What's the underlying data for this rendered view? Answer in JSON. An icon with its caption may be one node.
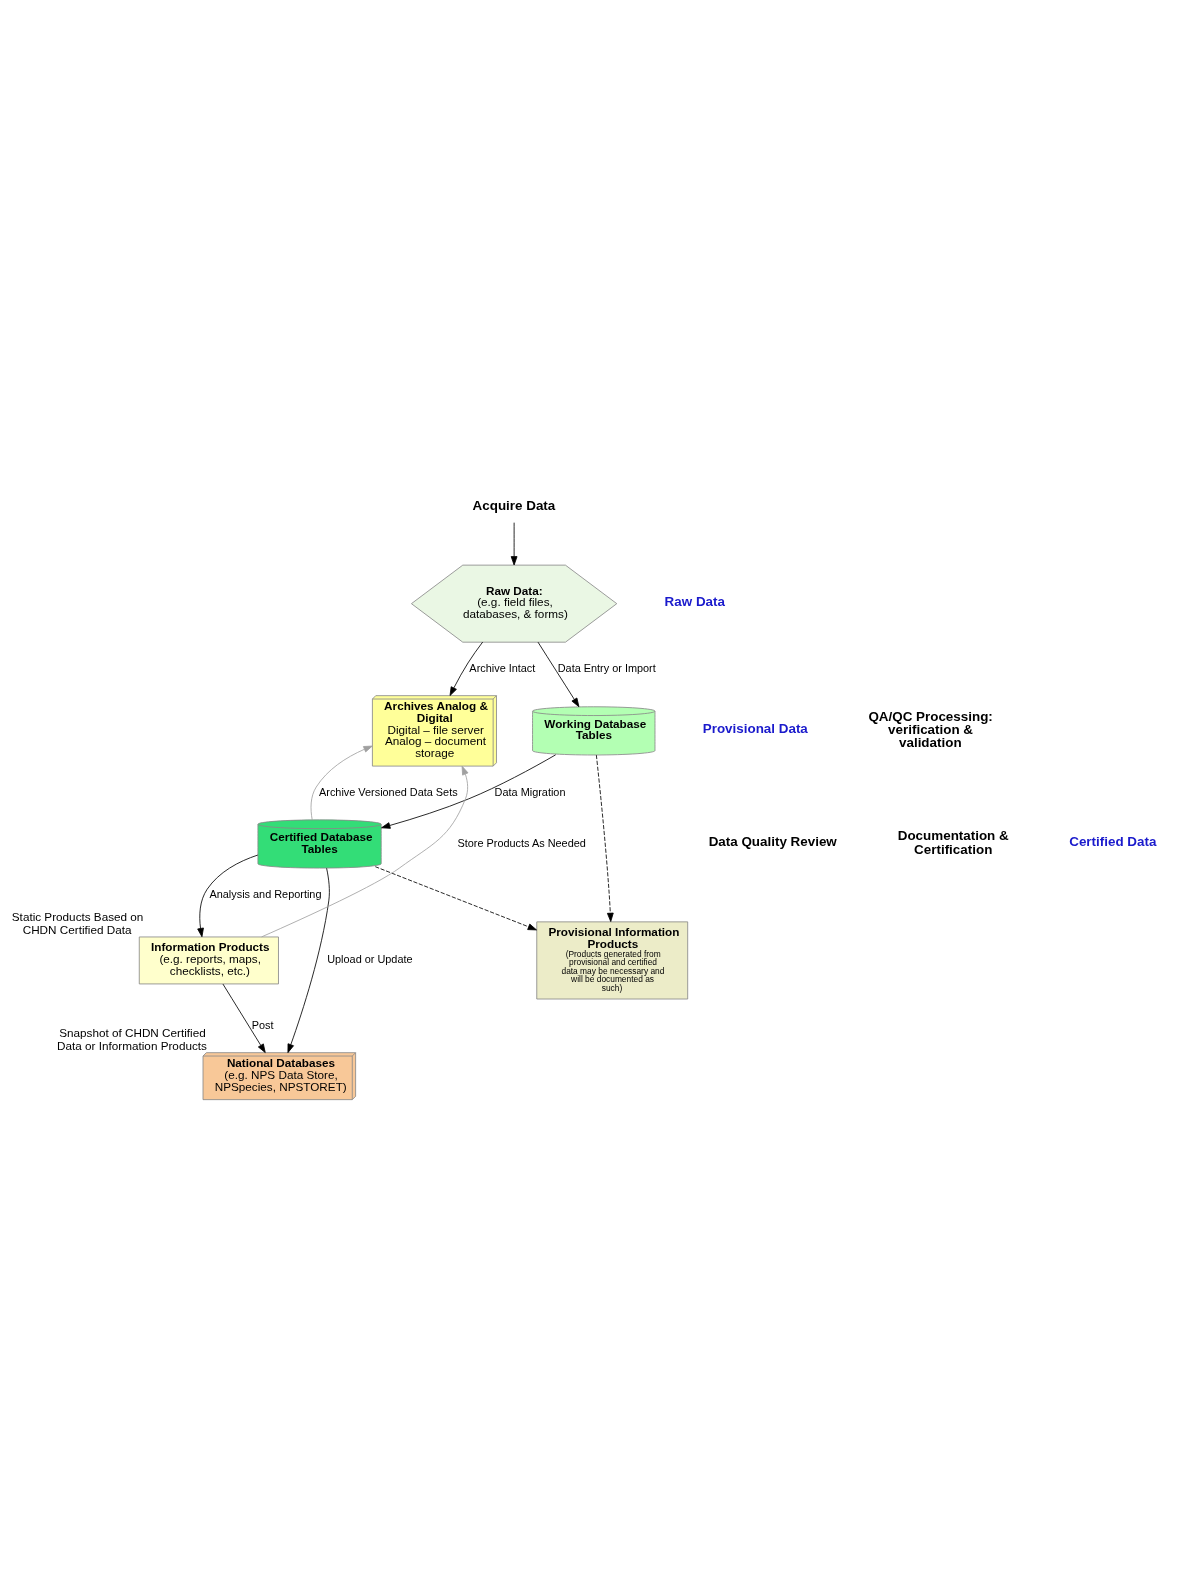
{
  "diagram": {
    "nodes": [
      {
        "text": [
          "Acquire Data"
        ]
      },
      {
        "text": [
          "Raw Data:",
          "(e.g. field files, databases, & forms)"
        ]
      },
      {
        "text": [
          "Archives Analog & Digital",
          "Digital – file server",
          "Analog – document storage"
        ]
      },
      {
        "text": [
          "Working Database Tables"
        ]
      },
      {
        "text": [
          "Provisional Information Products",
          "(Products generated from provisional and certified data may be necessary and will be documented as such)"
        ]
      },
      {
        "text": [
          "Certified Database Tables"
        ]
      },
      {
        "text": [
          "National Databases",
          "(e.g. NPS Data Store, NPSpecies, NPSTORET)"
        ],
        "beside": [
          "Snapshot of CHDN Certified Data or Information Products"
        ]
      },
      {
        "text": [
          "Information Products",
          "(e.g. reports, maps, checklists, etc.)"
        ],
        "beside": [
          "Static Products Based on CHDN Certified Data"
        ]
      }
    ],
    "edges": [
      {
        "from": 0,
        "to": 1,
        "arrow": "to"
      },
      {
        "from": 1,
        "to": 2,
        "arrow": "to",
        "label": "Archive Intact"
      },
      {
        "from": 1,
        "to": 3,
        "arrow": "to",
        "label": "Data Entry or Import"
      },
      {
        "from": 3,
        "to": 4,
        "arrow": "to",
        "style": "dashed"
      },
      {
        "from": 3,
        "to": 5,
        "arrow": "to",
        "label": "Data Migration"
      },
      {
        "from": 5,
        "to": 4,
        "arrow": "to",
        "style": "dashed"
      },
      {
        "from": 5,
        "to": 2,
        "arrow": "to",
        "label": "Archive Versioned Data Sets",
        "color": "#a0a0a0"
      },
      {
        "from": 5,
        "to": 6,
        "arrow": "to",
        "label": "Upload or Update"
      },
      {
        "from": 5,
        "to": 7,
        "arrow": "to",
        "label": "Analysis and Reporting"
      },
      {
        "from": 7,
        "to": 6,
        "arrow": "to",
        "label": "Post"
      },
      {
        "from": 7,
        "to": 2,
        "arrow": "to",
        "label": "Store Products As Needed",
        "color": "#a0a0a0"
      }
    ],
    "labels": [
      "Raw Data",
      "Provisional Data",
      "QA/QC Processing: verification & validation",
      "Data Quality Review",
      "Documentation & Certification",
      "Certified Data"
    ]
  }
}
